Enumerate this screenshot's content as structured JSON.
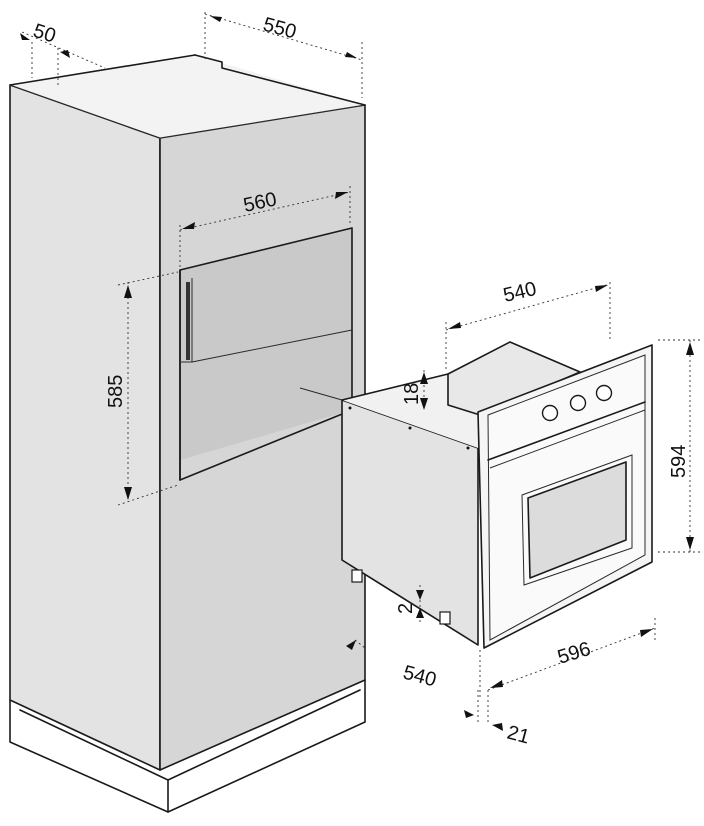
{
  "dimensions": {
    "top_offset": "50",
    "cabinet_depth": "550",
    "niche_width": "560",
    "niche_height": "585",
    "oven_depth": "540",
    "control_gap": "18",
    "bottom_gap": "2",
    "oven_height": "594",
    "oven_width": "596",
    "min_depth": "540",
    "front_thickness": "21"
  }
}
